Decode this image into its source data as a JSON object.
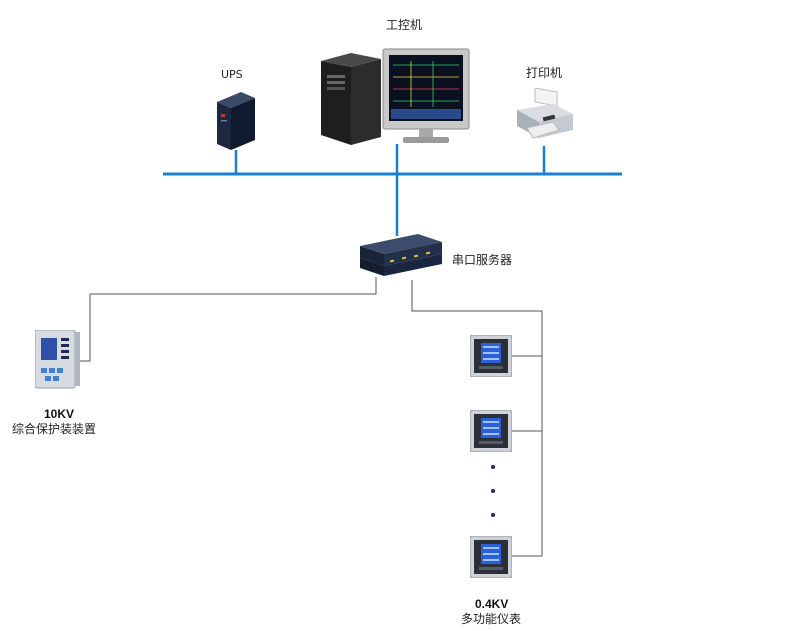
{
  "diagram": {
    "workstation": {
      "label": "工控机"
    },
    "ups": {
      "label": "UPS"
    },
    "printer": {
      "label": "打印机"
    },
    "serial_server": {
      "label": "串口服务器"
    },
    "protection_device": {
      "voltage": "10KV",
      "label": "综合保护装装置"
    },
    "meters": {
      "voltage": "0.4KV",
      "label": "多功能仪表",
      "count_shown": 3
    },
    "colors": {
      "bus": "#1a7fd0",
      "wire": "#555555",
      "device_dark": "#1b2b44",
      "screen_blue": "#2d5fd6"
    }
  }
}
